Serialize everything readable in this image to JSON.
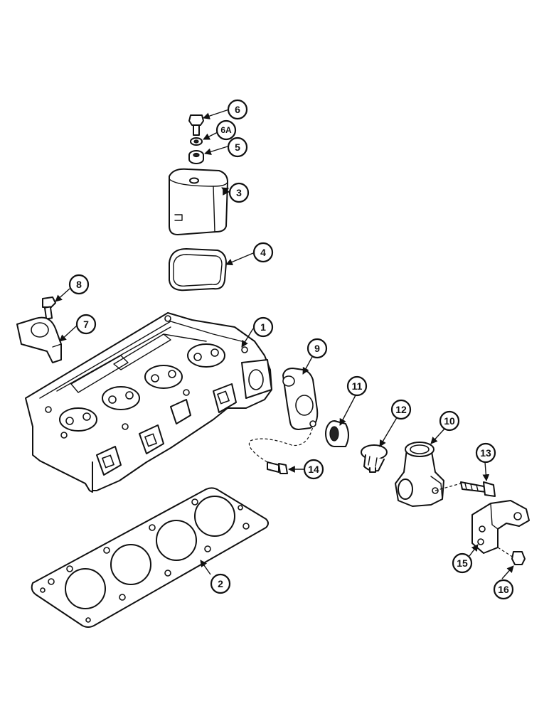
{
  "callouts": {
    "c1": "1",
    "c2": "2",
    "c3": "3",
    "c4": "4",
    "c5": "5",
    "c6": "6",
    "c6a": "6A",
    "c7": "7",
    "c8": "8",
    "c9": "9",
    "c10": "10",
    "c11": "11",
    "c12": "12",
    "c13": "13",
    "c14": "14",
    "c15": "15",
    "c16": "16"
  },
  "colors": {
    "ink": "#111111",
    "paper": "#ffffff"
  }
}
